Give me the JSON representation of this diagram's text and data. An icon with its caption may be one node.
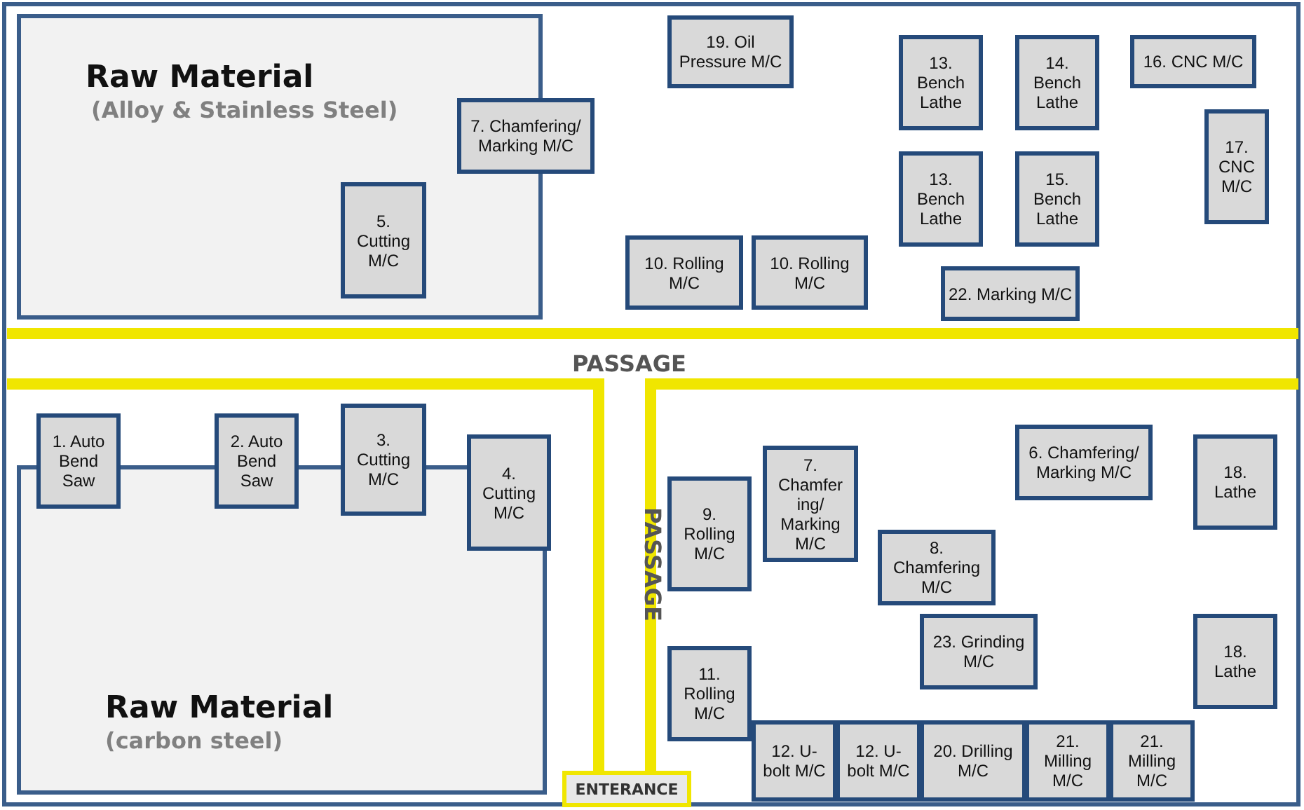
{
  "diagram": {
    "nodes": [
      {
        "text": [
          "Raw Material",
          "(Alloy & Stainless Steel)"
        ]
      },
      {
        "text": [
          "19. Oil Pressure M/C"
        ]
      },
      {
        "text": [
          "7. Chamfering/ Marking M/C"
        ]
      },
      {
        "text": [
          "13. Bench Lathe"
        ]
      },
      {
        "text": [
          "14. Bench Lathe"
        ]
      },
      {
        "text": [
          "16. CNC M/C"
        ]
      },
      {
        "text": [
          "17. CNC M/C"
        ]
      },
      {
        "text": [
          "5. Cutting M/C"
        ],
        "in": 0
      },
      {
        "text": [
          "13. Bench Lathe"
        ]
      },
      {
        "text": [
          "15. Bench Lathe"
        ]
      },
      {
        "text": [
          "10. Rolling M/C"
        ]
      },
      {
        "text": [
          "10. Rolling M/C"
        ]
      },
      {
        "text": [
          "22. Marking M/C"
        ]
      },
      {
        "text": [
          "Raw Material",
          "(carbon steel)"
        ]
      },
      {
        "text": [
          "1. Auto Bend Saw"
        ]
      },
      {
        "text": [
          "2. Auto Bend Saw"
        ]
      },
      {
        "text": [
          "3. Cutting M/C"
        ]
      },
      {
        "text": [
          "4. Cutting M/C"
        ]
      },
      {
        "text": [
          "6. Chamfering/ Marking M/C"
        ]
      },
      {
        "text": [
          "18. Lathe"
        ]
      },
      {
        "text": [
          "7. Chamfer ing/ Marking M/C"
        ]
      },
      {
        "text": [
          "9. Rolling M/C"
        ]
      },
      {
        "text": [
          "8. Chamfering M/C"
        ]
      },
      {
        "text": [
          "23. Grinding M/C"
        ]
      },
      {
        "text": [
          "18. Lathe"
        ]
      },
      {
        "text": [
          "11. Rolling M/C"
        ]
      },
      {
        "text": [
          "12. U-bolt M/C"
        ]
      },
      {
        "text": [
          "12. U-bolt M/C"
        ]
      },
      {
        "text": [
          "20. Drilling M/C"
        ]
      },
      {
        "text": [
          "21. Milling M/C"
        ]
      },
      {
        "text": [
          "21. Milling M/C"
        ]
      },
      {
        "text": [
          "ENTERANCE"
        ]
      }
    ],
    "labels": [
      "PASSAGE",
      "PASSAGE"
    ]
  }
}
